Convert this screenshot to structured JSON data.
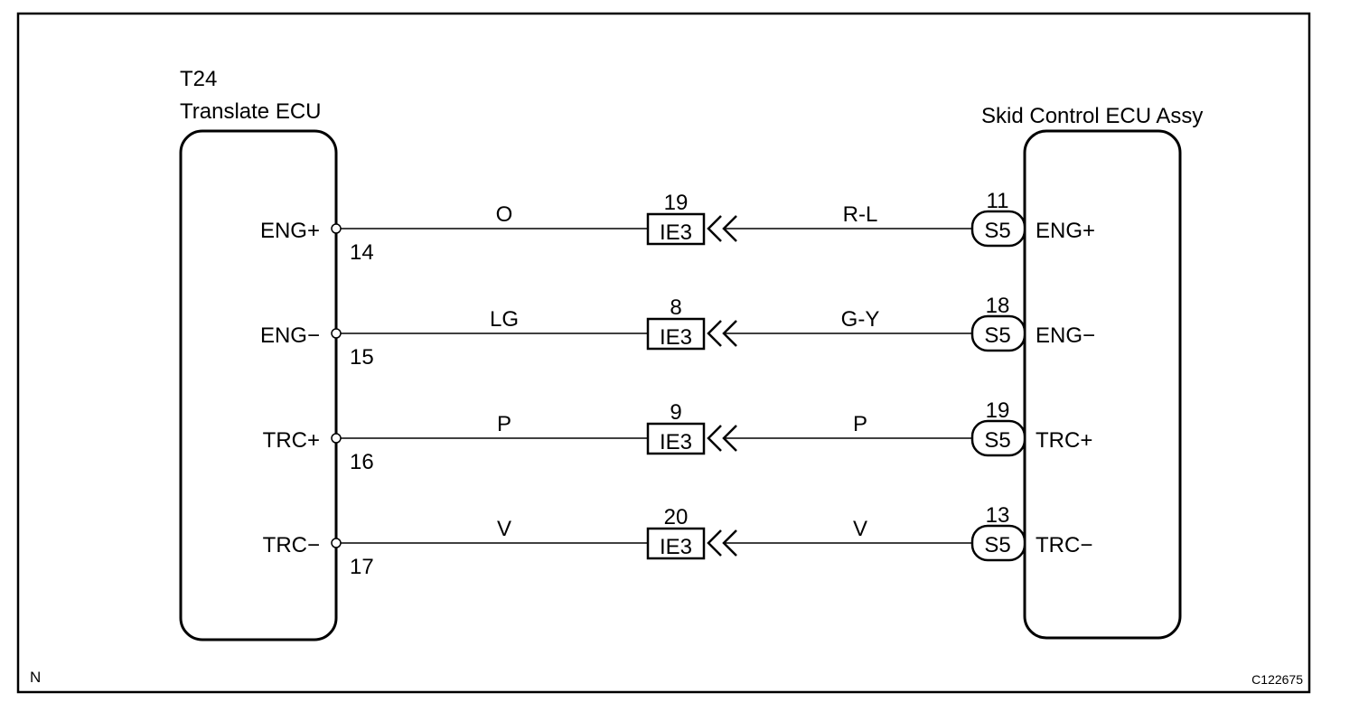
{
  "left_ecu": {
    "code": "T24",
    "name": "Translate ECU"
  },
  "right_ecu": {
    "name": "Skid Control ECU Assy"
  },
  "circuits": [
    {
      "left_signal": "ENG+",
      "left_pin": "14",
      "left_wire": "O",
      "junction": "IE3",
      "junction_pin": "19",
      "right_wire": "R-L",
      "connector": "S5",
      "connector_pin": "11",
      "right_signal": "ENG+"
    },
    {
      "left_signal": "ENG−",
      "left_pin": "15",
      "left_wire": "LG",
      "junction": "IE3",
      "junction_pin": "8",
      "right_wire": "G-Y",
      "connector": "S5",
      "connector_pin": "18",
      "right_signal": "ENG−"
    },
    {
      "left_signal": "TRC+",
      "left_pin": "16",
      "left_wire": "P",
      "junction": "IE3",
      "junction_pin": "9",
      "right_wire": "P",
      "connector": "S5",
      "connector_pin": "19",
      "right_signal": "TRC+"
    },
    {
      "left_signal": "TRC−",
      "left_pin": "17",
      "left_wire": "V",
      "junction": "IE3",
      "junction_pin": "20",
      "right_wire": "V",
      "connector": "S5",
      "connector_pin": "13",
      "right_signal": "TRC−"
    }
  ],
  "corner_mark": "N",
  "figure_code": "C122675"
}
